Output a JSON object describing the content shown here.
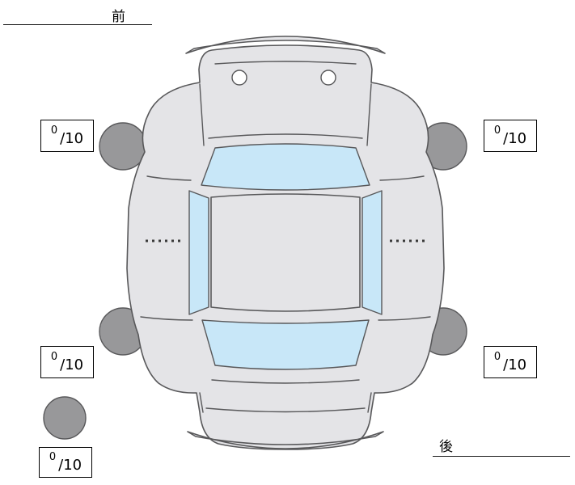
{
  "labels": {
    "front": "前",
    "rear": "後"
  },
  "tire_scores": {
    "front_left": {
      "value": "0",
      "max": "/10"
    },
    "front_right": {
      "value": "0",
      "max": "/10"
    },
    "rear_left": {
      "value": "0",
      "max": "/10"
    },
    "rear_right": {
      "value": "0",
      "max": "/10"
    },
    "spare": {
      "value": "0",
      "max": "/10"
    }
  },
  "colors": {
    "body": "#e4e4e7",
    "glass": "#c8e7f8",
    "tire": "#98989a",
    "outline": "#58585a",
    "background": "#ffffff"
  }
}
